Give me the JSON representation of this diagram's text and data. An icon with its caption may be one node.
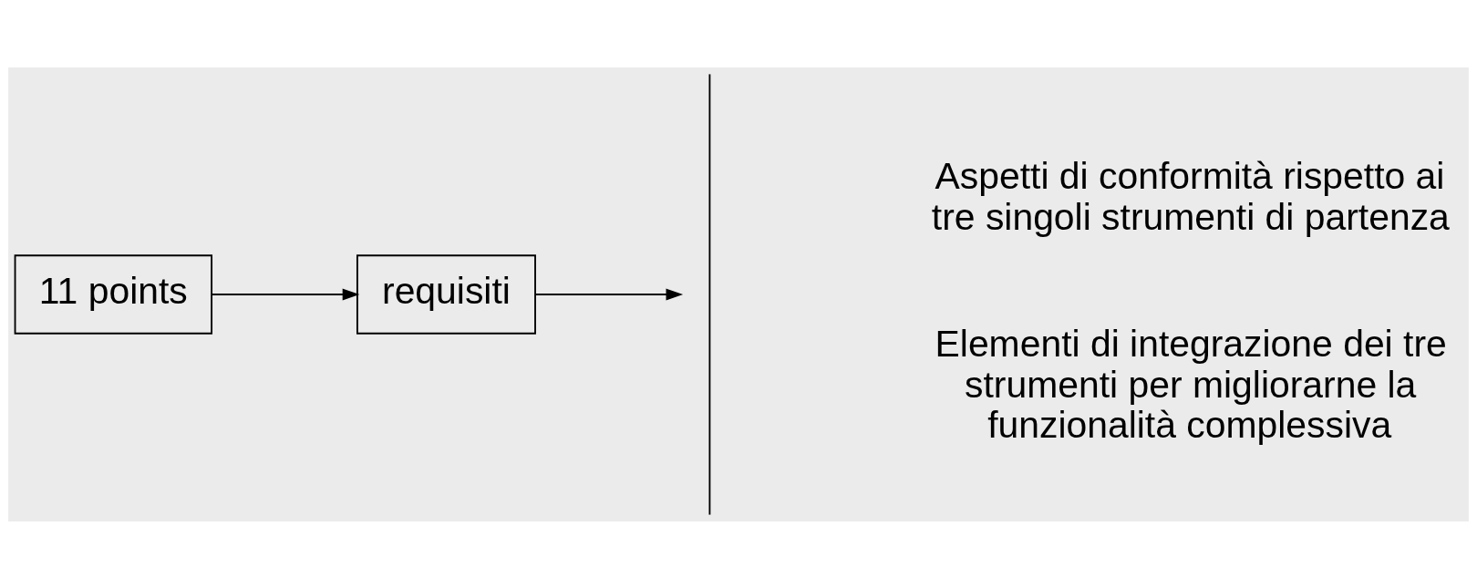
{
  "diagram": {
    "nodes": [
      {
        "text": [
          "11 points"
        ]
      },
      {
        "text": [
          "requisiti"
        ]
      },
      {
        "text": [],
        "shape": "brace"
      }
    ],
    "edges": [
      {
        "from": 0,
        "to": 1,
        "arrow": "to"
      },
      {
        "from": 1,
        "to": 2,
        "arrow": "to"
      }
    ],
    "labels": [
      "Aspetti di conformità rispetto ai tre singoli strumenti di partenza",
      "Elementi di integrazione dei tre strumenti per migliorarne la funzionalità complessiva"
    ]
  }
}
